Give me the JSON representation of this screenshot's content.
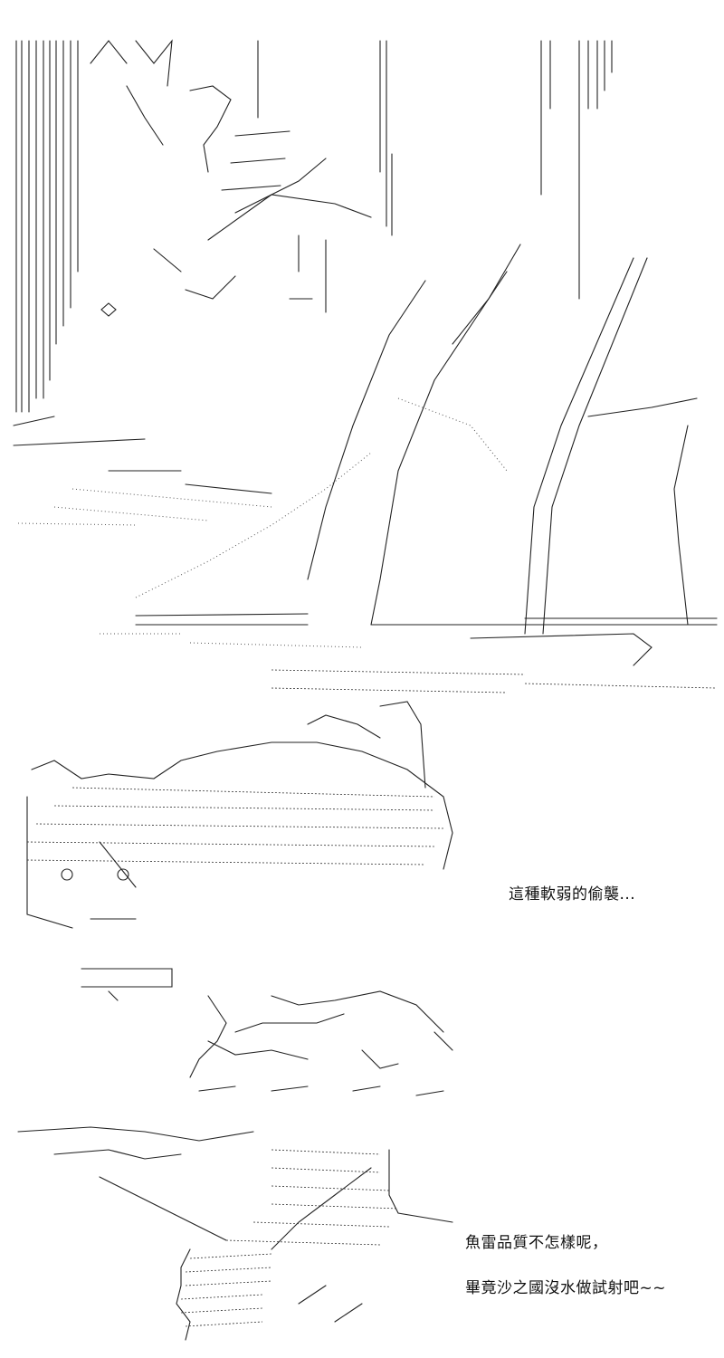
{
  "captions": {
    "line1": "這種軟弱的偷襲...",
    "line2": "魚雷品質不怎樣呢，",
    "line3": "畢竟沙之國沒水做試射吧~~"
  }
}
